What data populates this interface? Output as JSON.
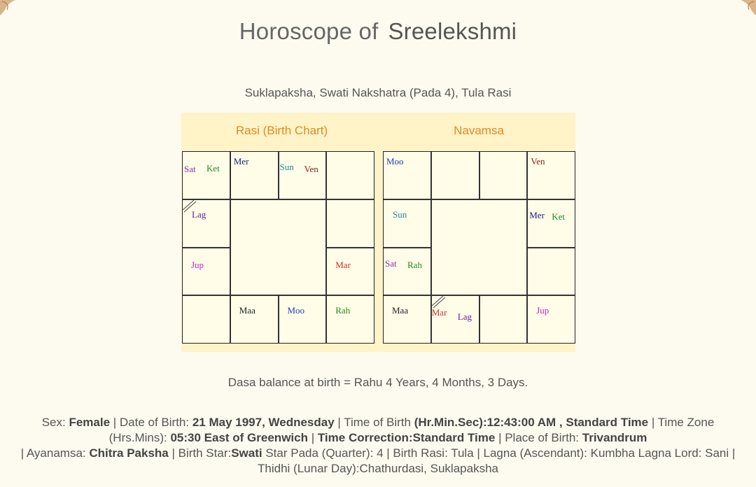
{
  "title": {
    "prefix": "Horoscope of",
    "name": "Sreelekshmi"
  },
  "subtitle": "Suklapaksha, Swati Nakshatra (Pada 4), Tula Rasi",
  "rasi_chart": {
    "title": "Rasi (Birth Chart)",
    "cells": [
      {
        "row": 0,
        "col": 0,
        "planets": [
          {
            "name": "Sat",
            "color": "#8b2fa8"
          },
          {
            "name": "Ket",
            "color": "#1f8a1f"
          }
        ]
      },
      {
        "row": 0,
        "col": 1,
        "planets": [
          {
            "name": "Mer",
            "color": "#1a237e"
          }
        ]
      },
      {
        "row": 0,
        "col": 2,
        "planets": [
          {
            "name": "Sun",
            "color": "#1e8aa0"
          },
          {
            "name": "Ven",
            "color": "#8b1a1a"
          }
        ]
      },
      {
        "row": 0,
        "col": 3,
        "planets": []
      },
      {
        "row": 1,
        "col": 0,
        "lagna": true,
        "planets": [
          {
            "name": "Lag",
            "color": "#6a1b9a"
          }
        ]
      },
      {
        "row": 1,
        "col": 3,
        "planets": []
      },
      {
        "row": 2,
        "col": 0,
        "planets": [
          {
            "name": "Jup",
            "color": "#c51fc5"
          }
        ]
      },
      {
        "row": 2,
        "col": 3,
        "planets": [
          {
            "name": "Mar",
            "color": "#d32f2f"
          }
        ]
      },
      {
        "row": 3,
        "col": 0,
        "planets": []
      },
      {
        "row": 3,
        "col": 1,
        "planets": [
          {
            "name": "Maa",
            "color": "#222222"
          }
        ]
      },
      {
        "row": 3,
        "col": 2,
        "planets": [
          {
            "name": "Moo",
            "color": "#1f3fbf"
          }
        ]
      },
      {
        "row": 3,
        "col": 3,
        "planets": [
          {
            "name": "Rah",
            "color": "#1f8a1f"
          }
        ]
      }
    ]
  },
  "navamsa_chart": {
    "title": "Navamsa",
    "cells": [
      {
        "row": 0,
        "col": 0,
        "planets": [
          {
            "name": "Moo",
            "color": "#1f3fbf"
          }
        ]
      },
      {
        "row": 0,
        "col": 1,
        "planets": []
      },
      {
        "row": 0,
        "col": 2,
        "planets": []
      },
      {
        "row": 0,
        "col": 3,
        "planets": [
          {
            "name": "Ven",
            "color": "#8b1a1a"
          }
        ]
      },
      {
        "row": 1,
        "col": 0,
        "planets": [
          {
            "name": "Sun",
            "color": "#1e8aa0"
          }
        ]
      },
      {
        "row": 1,
        "col": 3,
        "planets": [
          {
            "name": "Mer",
            "color": "#1a237e"
          },
          {
            "name": "Ket",
            "color": "#1f8a1f"
          }
        ]
      },
      {
        "row": 2,
        "col": 0,
        "planets": [
          {
            "name": "Sat",
            "color": "#8b2fa8"
          },
          {
            "name": "Rah",
            "color": "#1f8a1f"
          }
        ]
      },
      {
        "row": 2,
        "col": 3,
        "planets": []
      },
      {
        "row": 3,
        "col": 0,
        "planets": [
          {
            "name": "Maa",
            "color": "#222222"
          }
        ]
      },
      {
        "row": 3,
        "col": 1,
        "lagna": true,
        "planets": [
          {
            "name": "Mar",
            "color": "#d32f2f"
          },
          {
            "name": "Lag",
            "color": "#6a1b9a"
          }
        ]
      },
      {
        "row": 3,
        "col": 2,
        "planets": []
      },
      {
        "row": 3,
        "col": 3,
        "planets": [
          {
            "name": "Jup",
            "color": "#c51fc5"
          }
        ]
      }
    ]
  },
  "dasa_balance": "Dasa balance at birth = Rahu 4 Years, 4 Months, 3 Days.",
  "details": {
    "sex_label": "Sex: ",
    "sex": "Female",
    "dob_label": " | Date of Birth: ",
    "dob": "21 May 1997, Wednesday",
    "tob_label": " | Time of Birth ",
    "tob": "(Hr.Min.Sec):12:43:00 AM , Standard Time",
    "tz_label": " | Time Zone (Hrs.Mins): ",
    "tz": "05:30 East of Greenwich",
    "sep1": " | ",
    "tc": "Time Correction:Standard Time",
    "pob_label": " | Place of Birth: ",
    "pob": "Trivandrum",
    "aya_label": " | Ayanamsa: ",
    "aya": "Chitra Paksha",
    "star_label": " | Birth Star:",
    "star": "Swati",
    "star_rest": " Star Pada (Quarter): 4 | Birth Rasi: Tula | Lagna (Ascendant): Kumbha Lagna Lord: Sani | Thidhi (Lunar Day):Chathurdasi, Suklapaksha"
  },
  "colors": {
    "background": "#fdfbf0",
    "chart_band": "#fff3c8",
    "chart_heading": "#e08a1e",
    "cell_fill": "#fffde8"
  }
}
